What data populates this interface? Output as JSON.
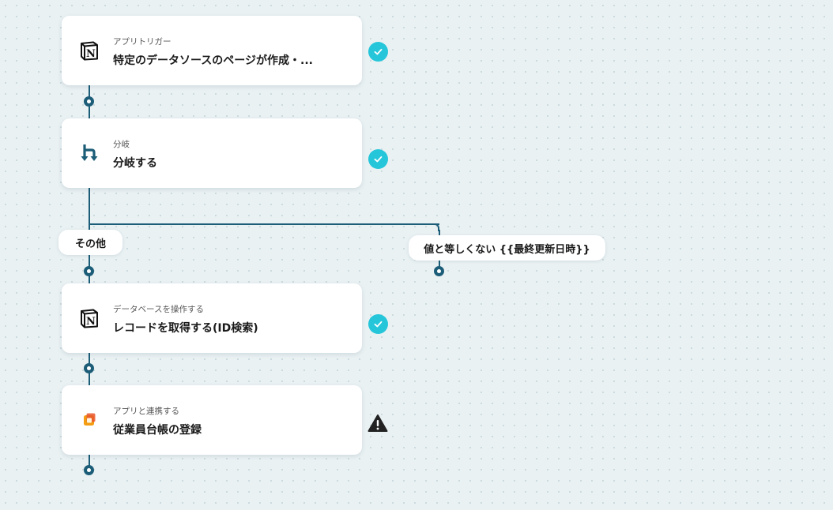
{
  "steps": [
    {
      "sub": "アプリトリガー",
      "title": "特定のデータソースのページが作成・...",
      "icon": "notion-icon",
      "status": "success"
    },
    {
      "sub": "分岐",
      "title": "分岐する",
      "icon": "branch-icon",
      "status": "success"
    },
    {
      "sub": "データベースを操作する",
      "title": "レコードを取得する(ID検索)",
      "icon": "notion-icon",
      "status": "success"
    },
    {
      "sub": "アプリと連携する",
      "title": "従業員台帳の登録",
      "icon": "app-orange-icon",
      "status": "warning"
    }
  ],
  "branches": {
    "other": "その他",
    "condition": "値と等しくない {{最終更新日時}}"
  },
  "colors": {
    "connector": "#1c5d78",
    "success": "#26c6da",
    "warning": "#222222",
    "app_orange": "#f39c12"
  }
}
